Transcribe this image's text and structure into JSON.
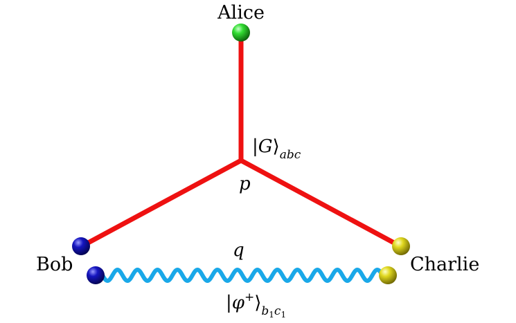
{
  "diagram": {
    "nodes": {
      "alice": {
        "label": "Alice",
        "color": "#22cc22"
      },
      "bob": {
        "label": "Bob",
        "color": "#1010b0"
      },
      "charlie": {
        "label": "Charlie",
        "color": "#d8d020"
      }
    },
    "center_label": "p",
    "state_ghz": {
      "open": "|",
      "symbol": "G",
      "close": "⟩",
      "subscript": "abc"
    },
    "link_label": "q",
    "state_bell": {
      "open": "|",
      "symbol": "φ",
      "superscript": "+",
      "close": "⟩",
      "sub_b": "b",
      "sub_b_index": "1",
      "sub_c": "c",
      "sub_c_index": "1"
    },
    "colors": {
      "ghz_edges": "#ee1111",
      "bell_wave": "#1aa8e8"
    }
  }
}
